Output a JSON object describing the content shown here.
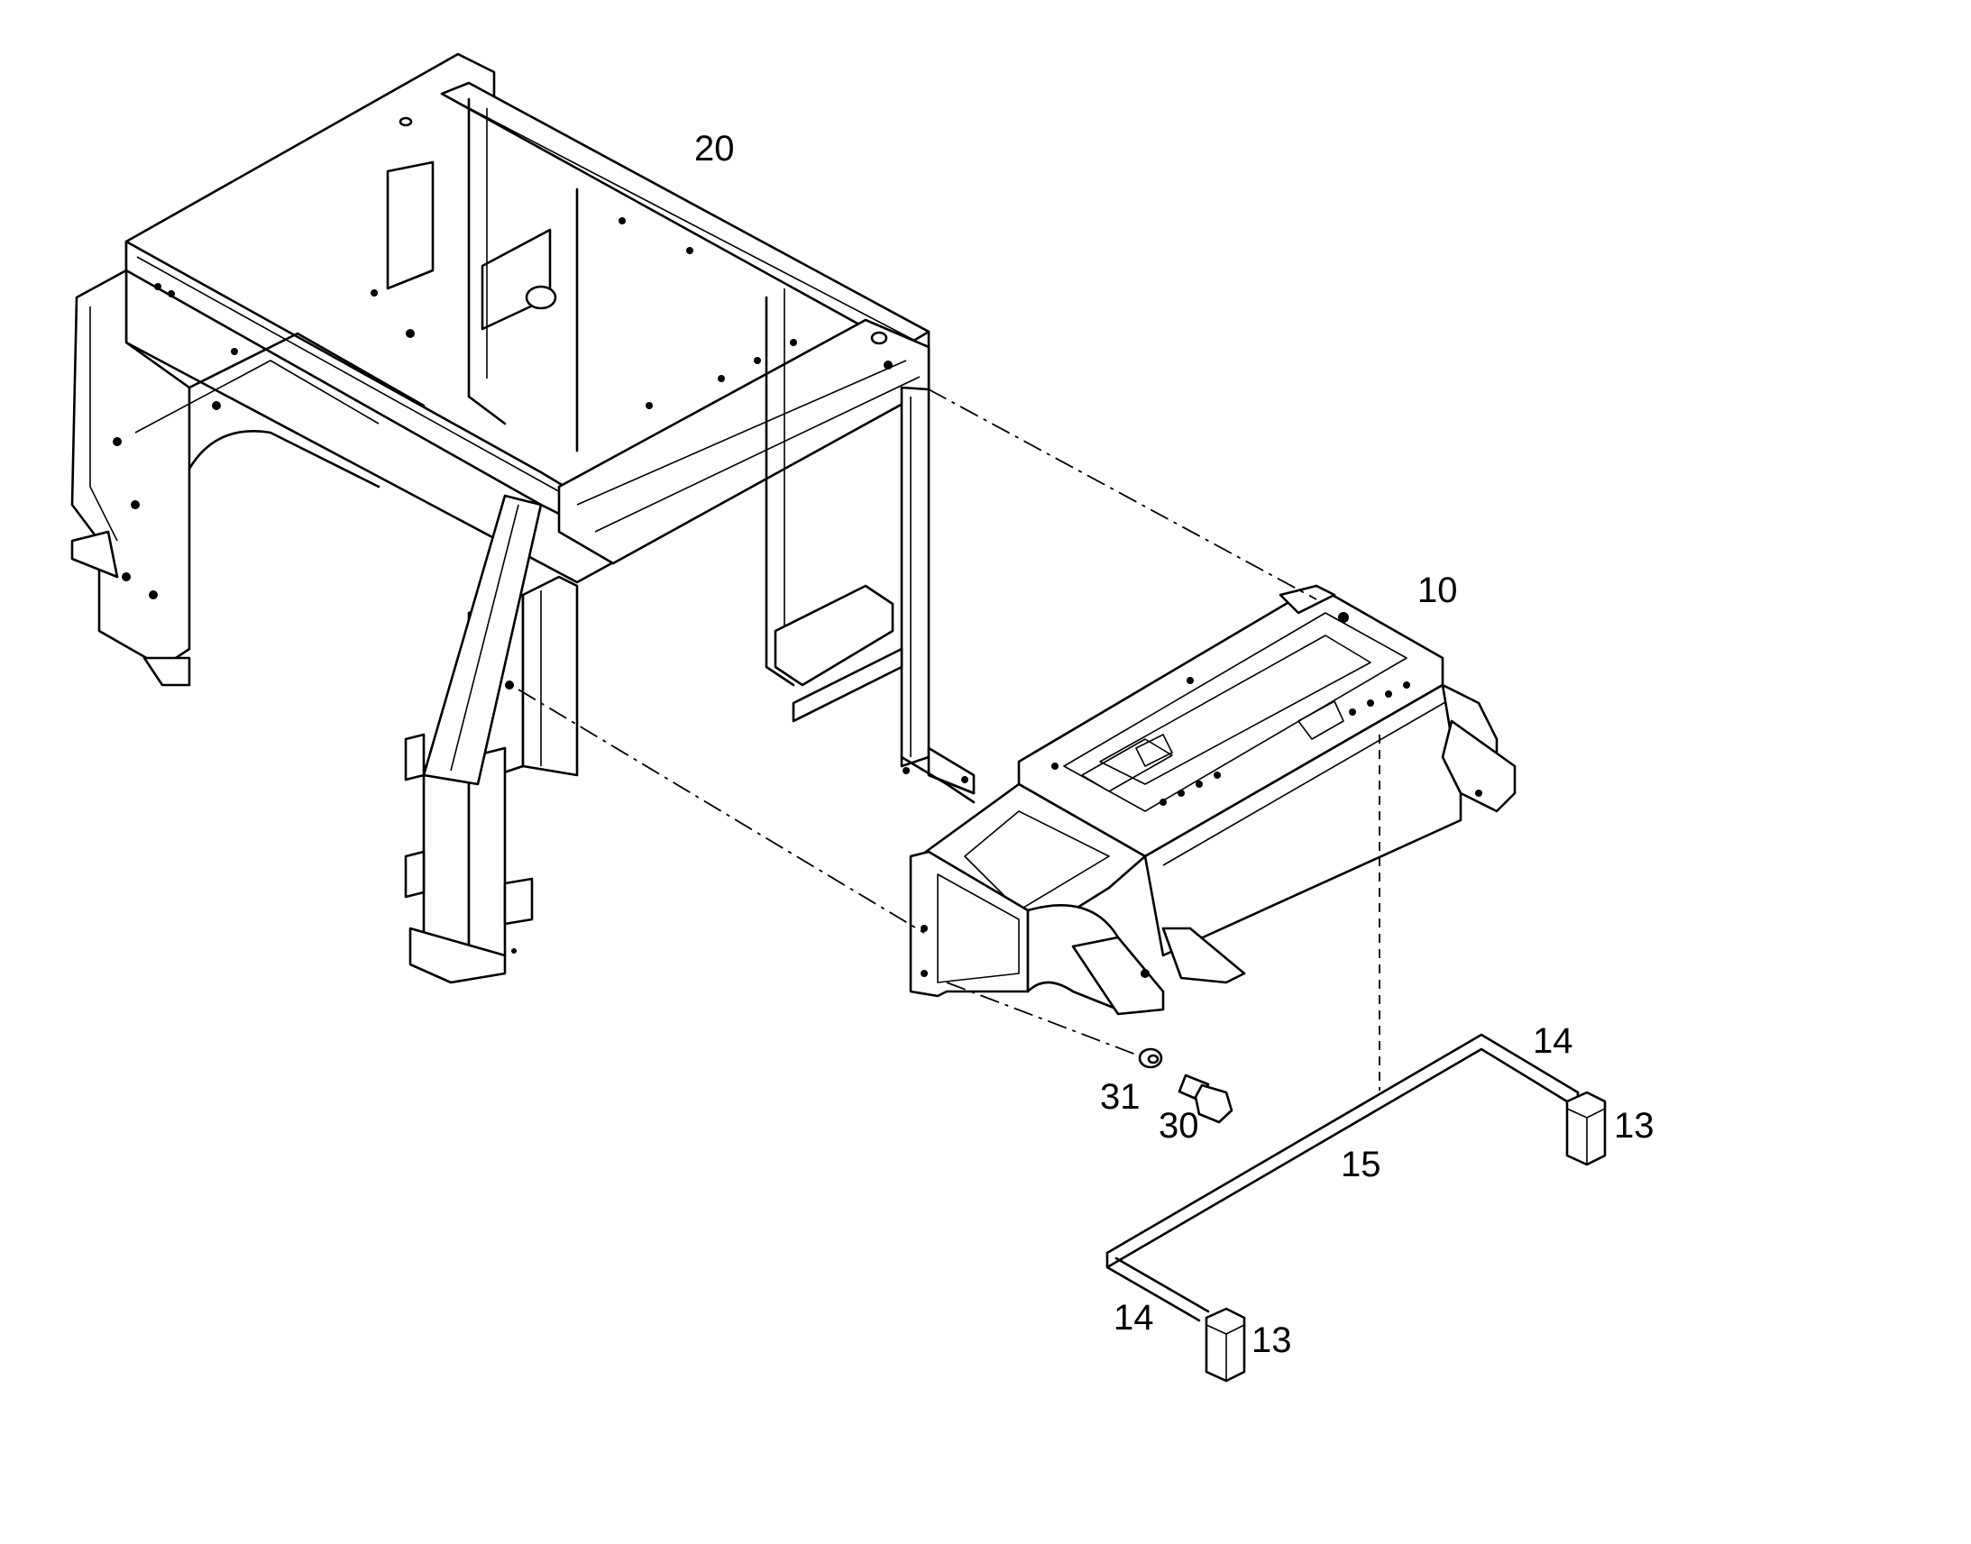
{
  "callouts": {
    "frame_upper": "20",
    "frame_lower": "10",
    "washer": "31",
    "bolt": "30",
    "bar_right_end": "14",
    "bar_left_end": "14",
    "cap_right": "13",
    "cap_left": "13",
    "bar": "15"
  }
}
